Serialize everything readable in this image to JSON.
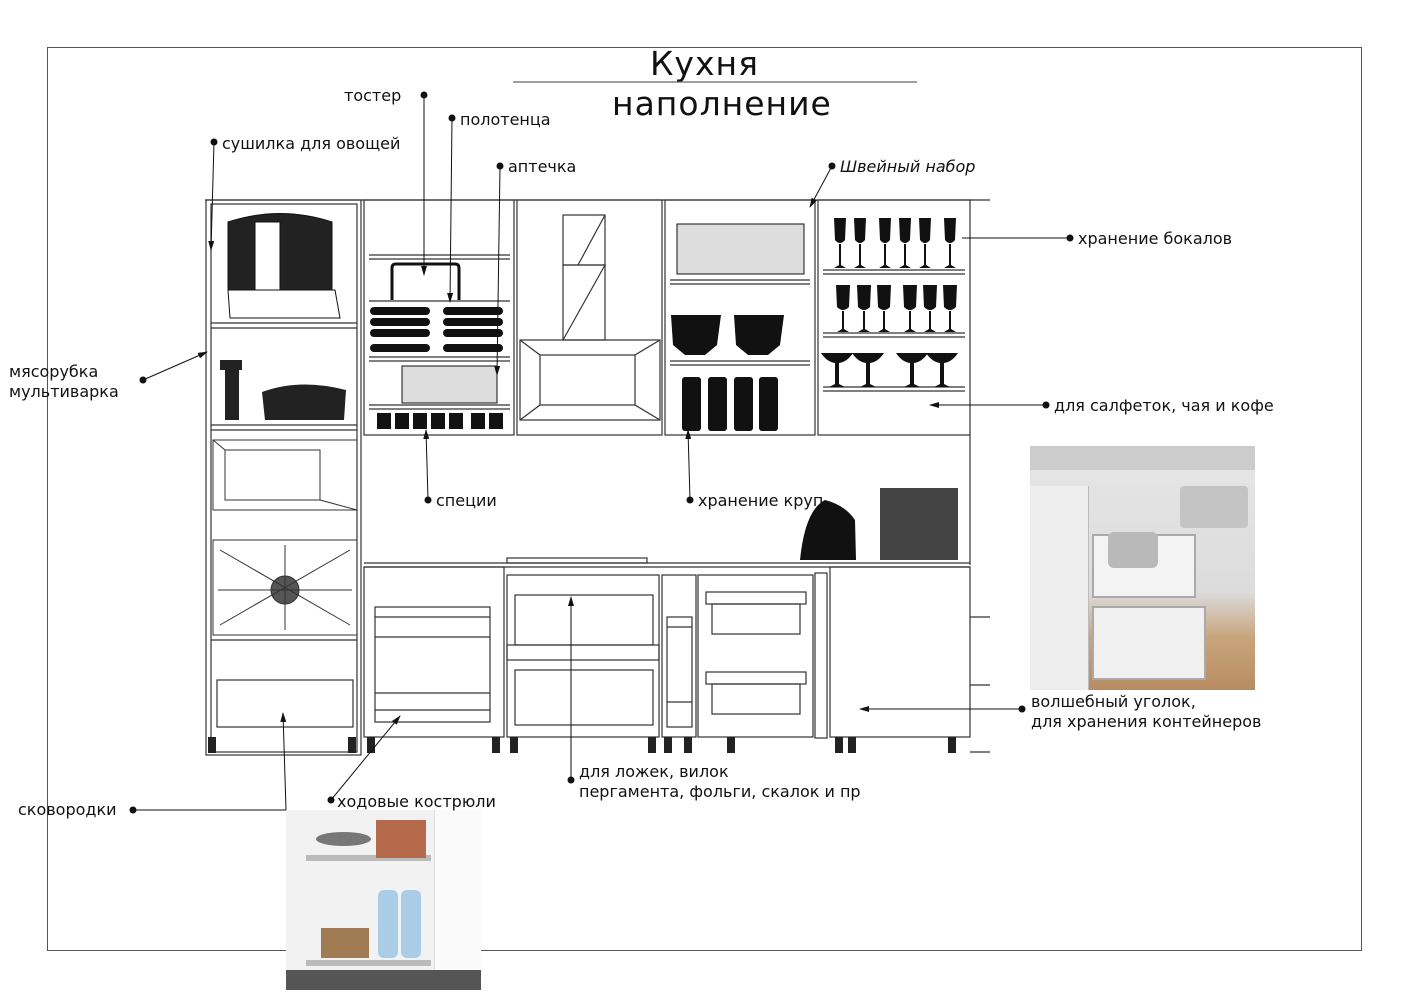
{
  "title": {
    "line1": "Кухня",
    "line2": "наполнение"
  },
  "callouts": {
    "toster": "тостер",
    "polotenca": "полотенца",
    "sushilka": "сушилка для овощей",
    "aptechka": "аптечка",
    "shveiny": "Швейный набор",
    "bokaly": "хранение бокалов",
    "myasorubka_1": "мясорубка",
    "myasorubka_2": "мультиварка",
    "salfetki": "для салфеток, чая и кофе",
    "specii": "специи",
    "krupy": "хранение круп",
    "ugolok_1": "волшебный уголок,",
    "ugolok_2": "для хранения контейнеров",
    "lozhki_1": "для ложек, вилок",
    "lozhki_2": "пергамента, фольги, скалок и пр",
    "skovorodki": "сковородки",
    "kastryuli": "ходовые кострюли"
  },
  "photos": {
    "corner": "magic-corner-photo",
    "pullout": "cargo-pullout-photo"
  }
}
